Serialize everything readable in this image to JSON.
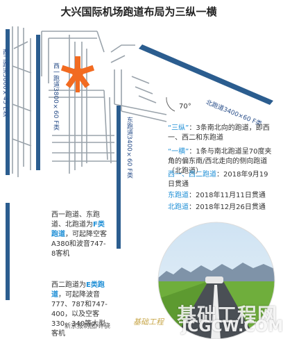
{
  "title": "大兴国际机场跑道布局为三纵一横",
  "runways": {
    "west2": "西二跑道3800×45 E类",
    "west1": "西一跑道3800×60 F类",
    "east": "东跑道3400×60 F类",
    "north": "北跑道3400×60 F类"
  },
  "angle": "70°",
  "legend": {
    "sanzong_key": "“三纵”",
    "sanzong_text": "：3条南北向的跑道，即西一、西二和东跑道",
    "yiheng_key": "“一横”",
    "yiheng_text": "：1条与南北跑道呈70度夹角的偏东南/西北走向的侧向跑道（北跑道）",
    "west_key": "西一、西二跑道",
    "west_text": "：2018年9月19日贯通",
    "east_key": "东跑道",
    "east_text": "：2018年11月11日贯通",
    "north_key": "北跑道",
    "north_text": "：2018年12月26日贯通"
  },
  "note_f": {
    "prefix": "西一跑道、东跑道、北跑道为",
    "key": "F类跑道",
    "suffix": "，可起降空客A380和波音747-8客机"
  },
  "note_e": {
    "prefix": "西二跑道为",
    "key": "E类跑道",
    "suffix": "，可起降波音777、787和747-400，以及空客330、340等大型客机"
  },
  "credit": "新京报制图/许骁",
  "watermark": {
    "cn": "基础工程网",
    "en": "JCGCW.COM",
    "small": "基础工程"
  },
  "colors": {
    "runway": "#2b5d8f",
    "taxiway": "#9aa3ab",
    "terminal": "#f26b21",
    "accent": "#1f8fd6"
  }
}
